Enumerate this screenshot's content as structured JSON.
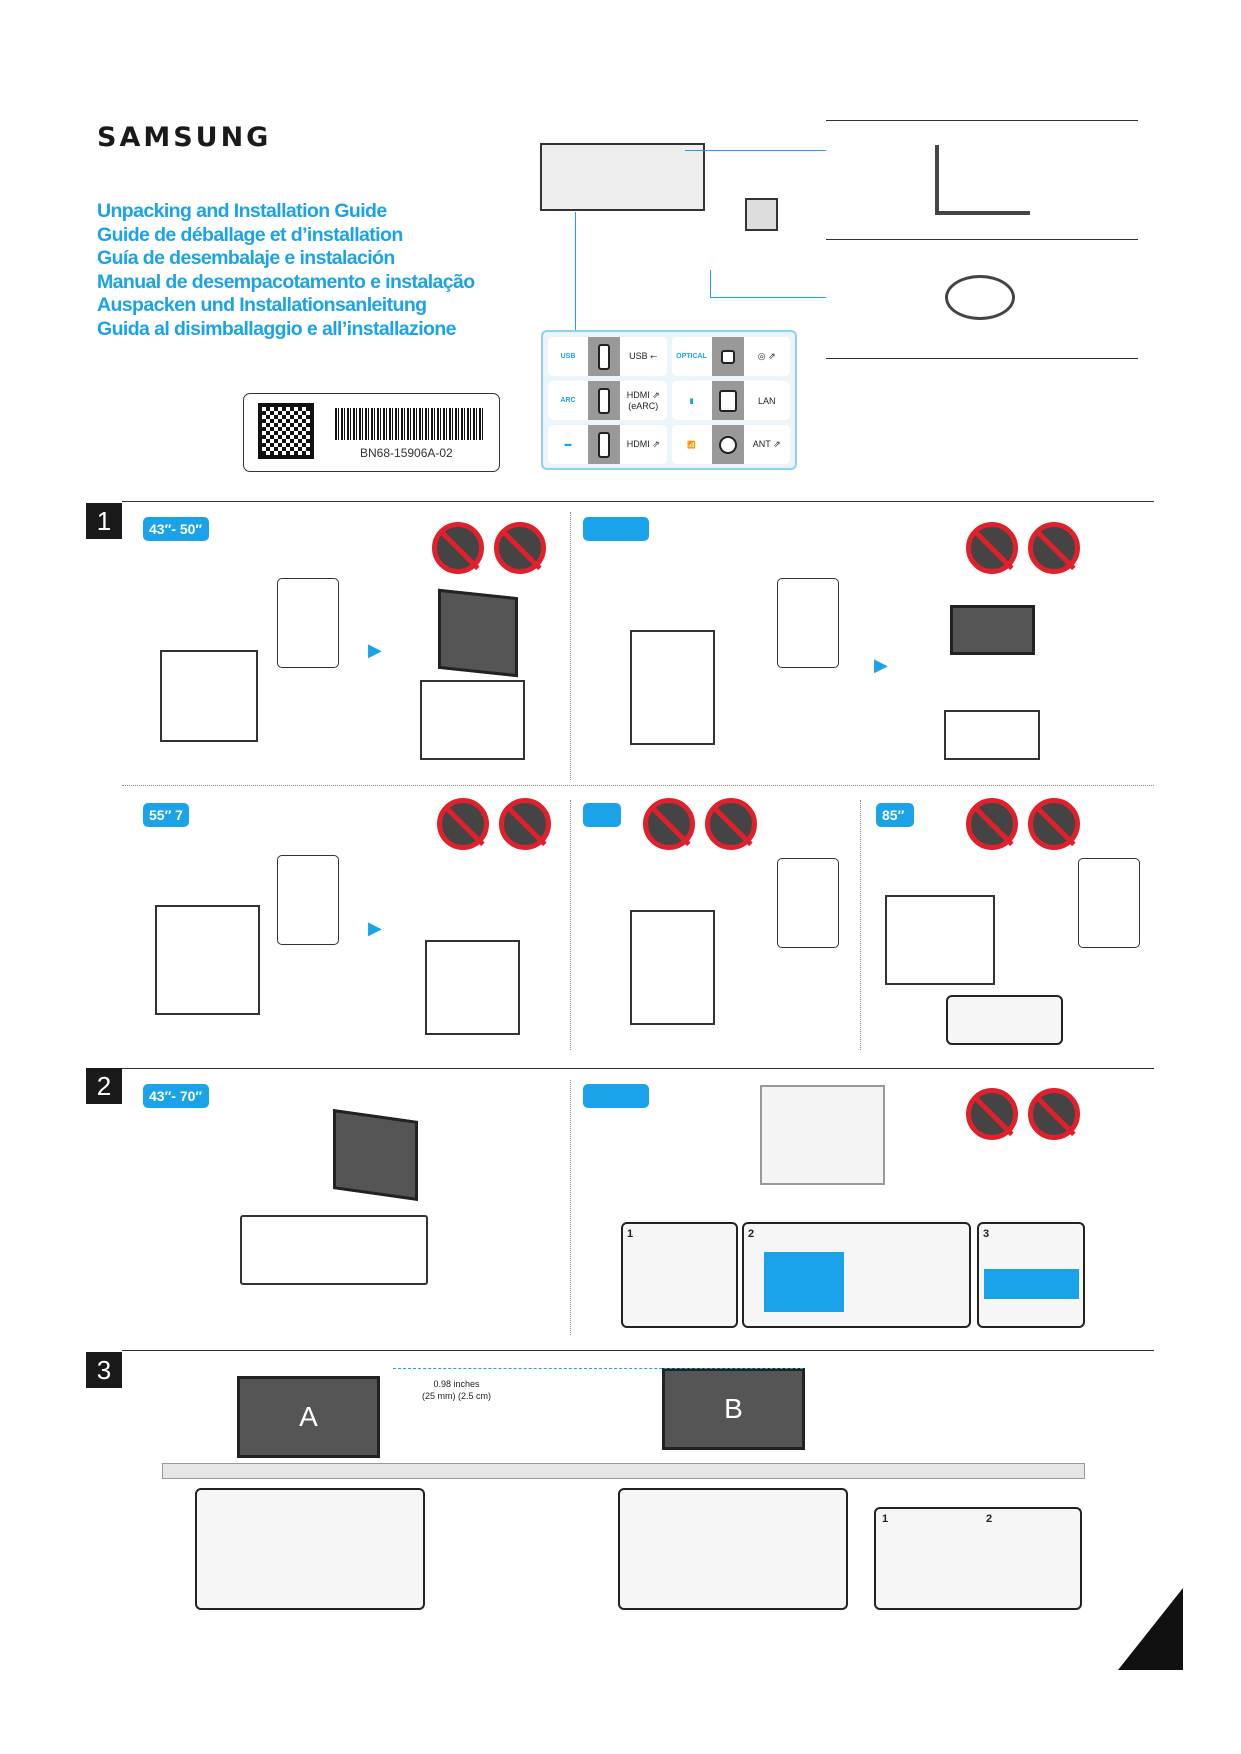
{
  "brand": "SAMSUNG",
  "titles": [
    "Unpacking and Installation Guide",
    "Guide de déballage et d’installation",
    "Guía de desembalaje e instalación",
    "Manual de desempacotamento e instalação",
    "Auspacken und Installationsanleitung",
    "Guida al disimballaggio e all’installazione"
  ],
  "part_number": "BN68-15906A-02",
  "ports": [
    {
      "icon_label": "USB",
      "port": "USB ⭠"
    },
    {
      "icon_label": "OPTICAL",
      "port": "◎ ⇗"
    },
    {
      "icon_label": "ARC",
      "port": "HDMI ⇗ (eARC)"
    },
    {
      "icon_label": "",
      "port": "LAN"
    },
    {
      "icon_label": "",
      "port": "HDMI ⇗"
    },
    {
      "icon_label": "",
      "port": "ANT ⇗"
    }
  ],
  "sections": {
    "s1": "1",
    "s2": "2",
    "s3": "3"
  },
  "badges": {
    "b1": "43″- 50″",
    "b2": "55″ 7",
    "b3": "85″",
    "b4": "43″- 70″"
  },
  "step_numbers": {
    "n1": "1",
    "n2": "2",
    "n3": "3"
  },
  "clearance": {
    "line1": "0.98 inches",
    "line2": "(25 mm) (2.5 cm)"
  },
  "stand_labels": {
    "a": "A",
    "b": "B"
  },
  "colors": {
    "accent": "#1aa3e8",
    "warning": "#e0212b"
  }
}
